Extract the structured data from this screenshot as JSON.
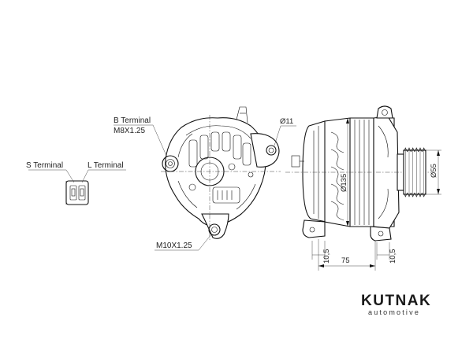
{
  "labels": {
    "b_terminal": "B Terminal",
    "b_thread": "M8X1.25",
    "s_terminal": "S Terminal",
    "l_terminal": "L Terminal",
    "m10_thread": "M10X1.25"
  },
  "dimensions": {
    "hole_dia": "Ø11",
    "body_dia": "Ø135",
    "pulley_dia": "Ø55",
    "length": "75",
    "offset_left": "10,5",
    "offset_right": "10,5"
  },
  "brand": {
    "name": "KUTNAK",
    "tagline": "automotive"
  },
  "pulley": {
    "grooves": 6
  }
}
